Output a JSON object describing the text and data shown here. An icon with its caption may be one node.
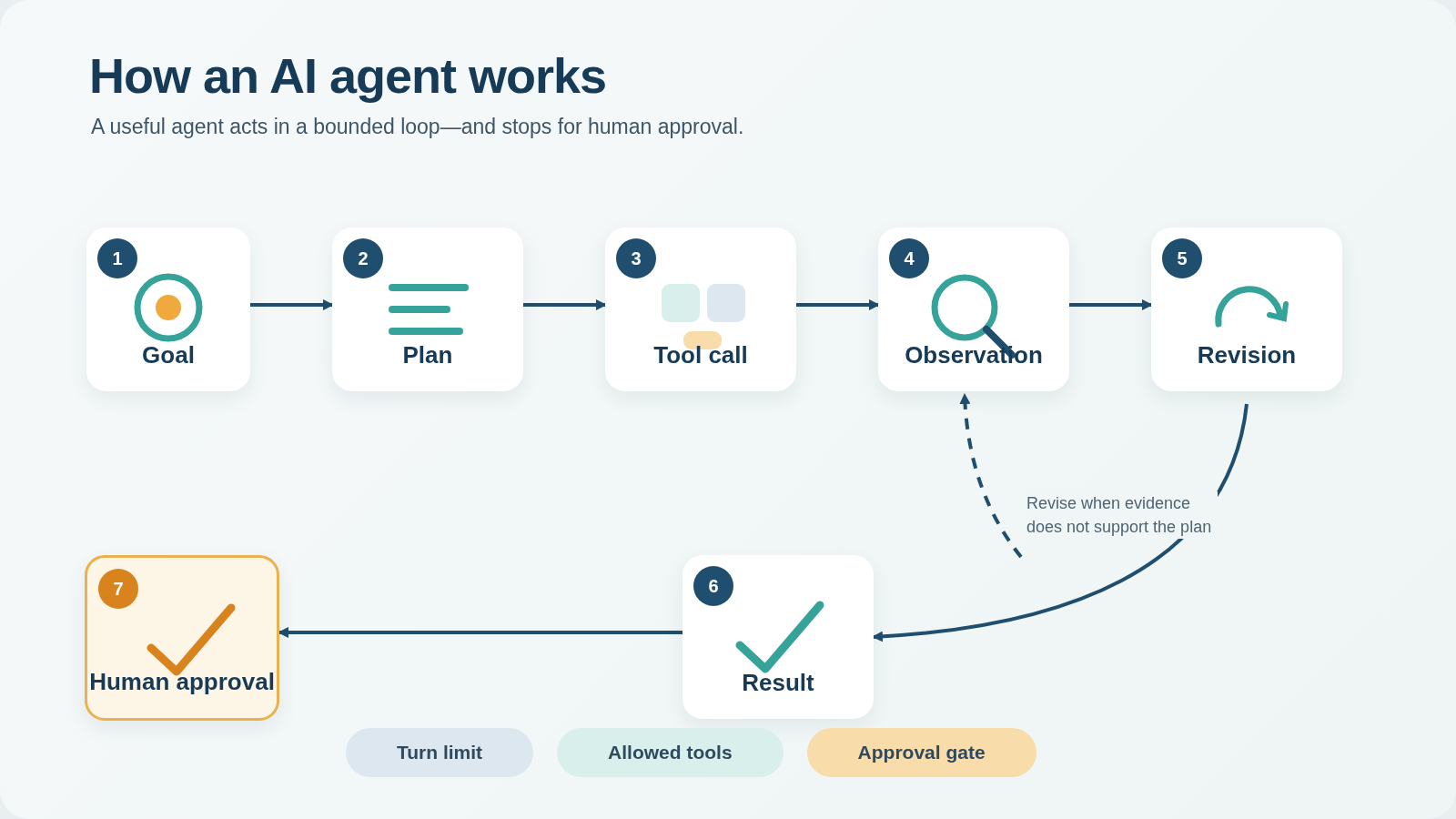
{
  "diagram": {
    "title": "How an AI agent works",
    "caption": "A useful agent acts in a bounded loop—and stops for human approval.",
    "nodes": [
      {
        "text": [
          "1",
          "Goal"
        ]
      },
      {
        "text": [
          "2",
          "Plan"
        ]
      },
      {
        "text": [
          "3",
          "Tool call"
        ]
      },
      {
        "text": [
          "4",
          "Observation"
        ]
      },
      {
        "text": [
          "5",
          "Revision"
        ]
      },
      {
        "text": [
          "6",
          "Result"
        ]
      },
      {
        "text": [
          "7",
          "Human approval"
        ]
      }
    ],
    "edges": [
      {
        "from": 0,
        "to": 1,
        "arrow": "to"
      },
      {
        "from": 1,
        "to": 2,
        "arrow": "to"
      },
      {
        "from": 2,
        "to": 3,
        "arrow": "to"
      },
      {
        "from": 3,
        "to": 4,
        "arrow": "to"
      },
      {
        "from": 4,
        "to": 5,
        "arrow": "to"
      },
      {
        "from": null,
        "to": 3,
        "arrow": "to",
        "style": "dashed",
        "label": "Revise when evidence does not support the plan"
      },
      {
        "from": 5,
        "to": 6,
        "arrow": "to"
      }
    ],
    "legend": [
      {
        "text": "Turn limit",
        "color": "#dde7ef"
      },
      {
        "text": "Allowed tools",
        "color": "#d9efec"
      },
      {
        "text": "Approval gate",
        "color": "#f8dcaa"
      }
    ]
  }
}
